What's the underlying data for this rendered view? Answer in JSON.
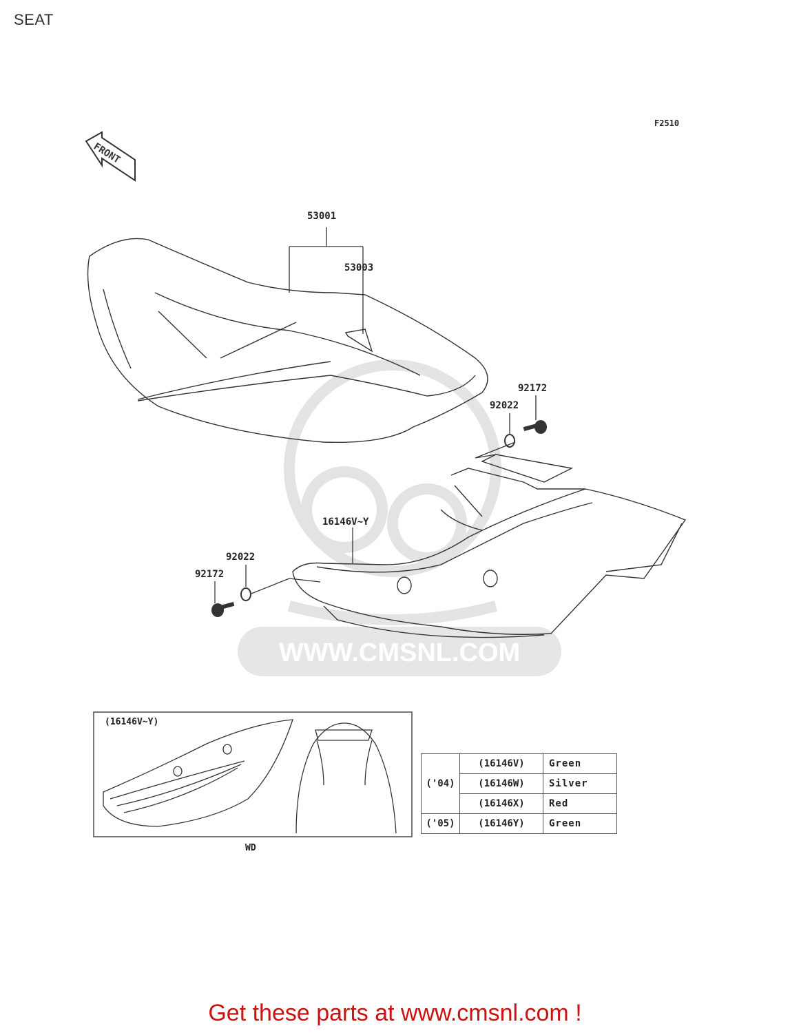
{
  "page_title": "SEAT",
  "figure_code": "F2510",
  "front_label": "FRONT",
  "callouts": {
    "seat_assy": "53001",
    "seat_cover": "53003",
    "bolt_right": "92172",
    "washer_right": "92022",
    "seat_cover_rear": "16146V~Y",
    "washer_left": "92022",
    "bolt_left": "92172"
  },
  "watermark": "WWW.CMSNL.COM",
  "inset": {
    "label": "(16146V~Y)",
    "caption": "WD"
  },
  "variants_table": {
    "rows": [
      {
        "year": "('04)",
        "part": "(16146V)",
        "color": "Green"
      },
      {
        "year": "",
        "part": "(16146W)",
        "color": "Silver"
      },
      {
        "year": "",
        "part": "(16146X)",
        "color": "Red"
      },
      {
        "year": "('05)",
        "part": "(16146Y)",
        "color": "Green"
      }
    ]
  },
  "promo_text": "Get these parts at www.cmsnl.com !"
}
